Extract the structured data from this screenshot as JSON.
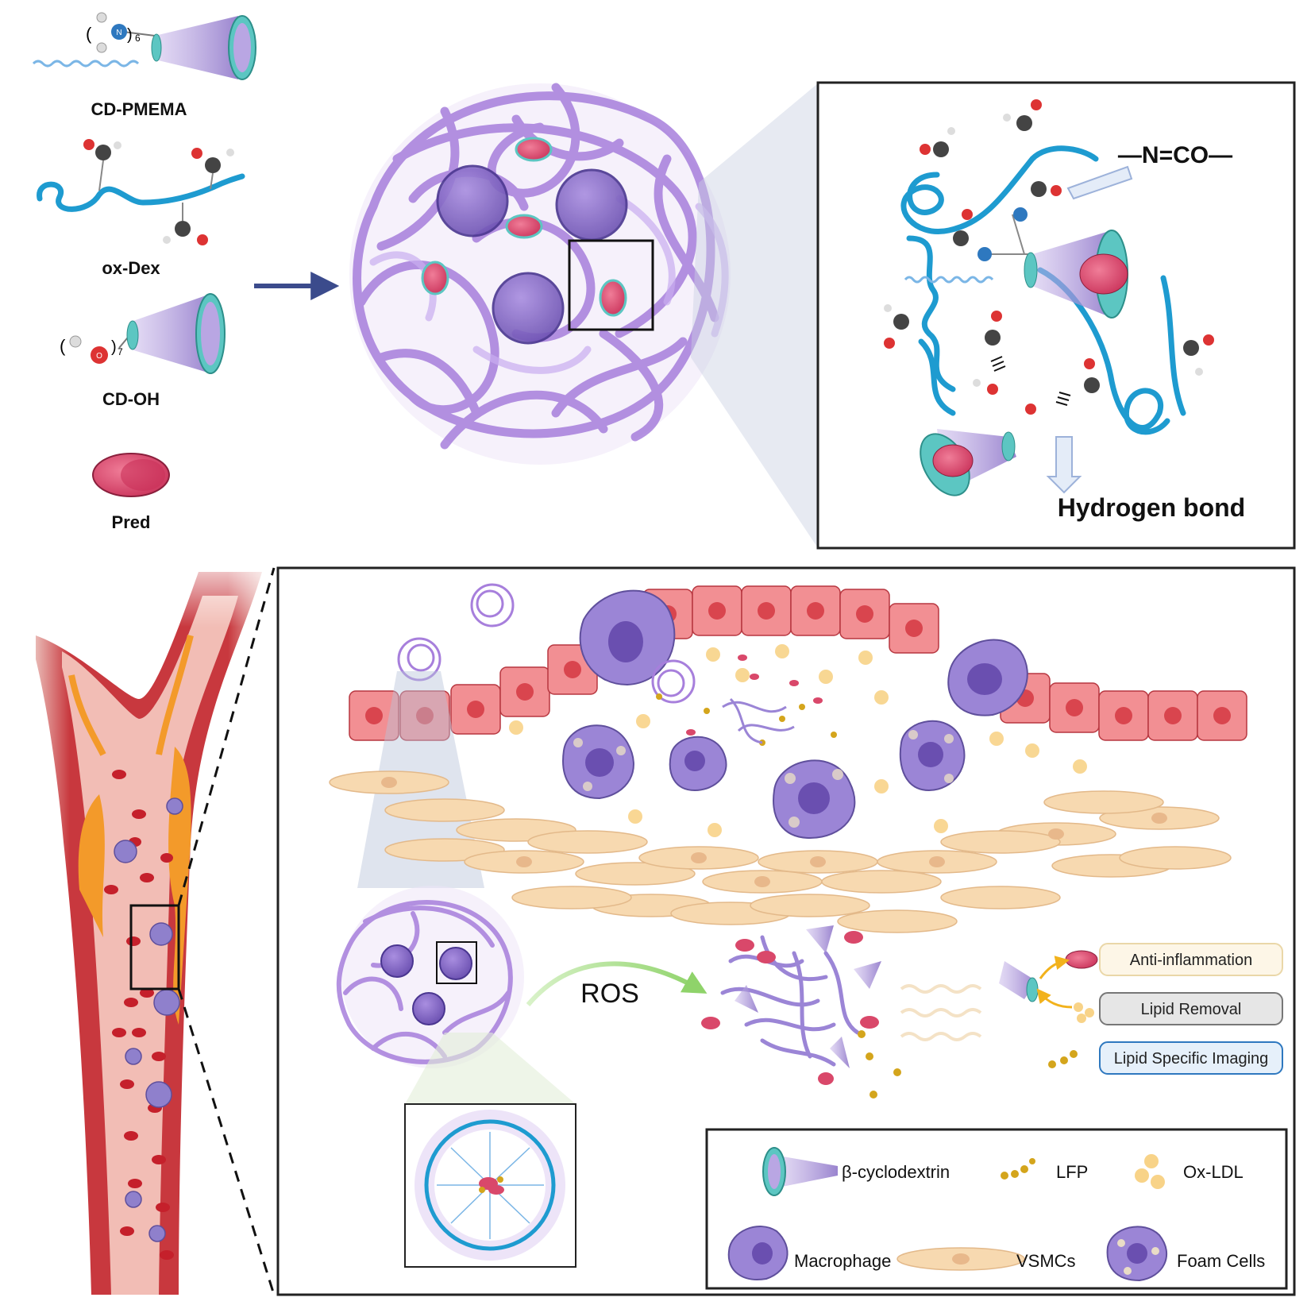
{
  "components": {
    "cd_pmema": {
      "label": "CD-PMEMA",
      "subscript": "6",
      "atom": "N"
    },
    "ox_dex": {
      "label": "ox-Dex"
    },
    "cd_oh": {
      "label": "CD-OH",
      "subscript": "7",
      "atom": "O"
    },
    "pred": {
      "label": "Pred"
    }
  },
  "zoom_box": {
    "bond_label": "—N=CO—",
    "hydrogen_bond_label": "Hydrogen bond"
  },
  "bottom_panel": {
    "ros_label": "ROS",
    "outcomes": [
      "Anti-inflammation",
      "Lipid Removal",
      "Lipid Specific Imaging"
    ]
  },
  "legend": {
    "items": [
      "β-cyclodextrin",
      "LFP",
      "Ox-LDL",
      "Macrophage",
      "VSMCs",
      "Foam Cells"
    ]
  },
  "colors": {
    "purple": "#9b6fd0",
    "blue_chain": "#1e9bd0",
    "teal": "#5cc6c2",
    "pred_red": "#d9486a",
    "endothelial": "#f28f93",
    "vsmc": "#f7d9b0",
    "vessel_wall": "#c8383e",
    "plaque": "#f39a2a"
  }
}
